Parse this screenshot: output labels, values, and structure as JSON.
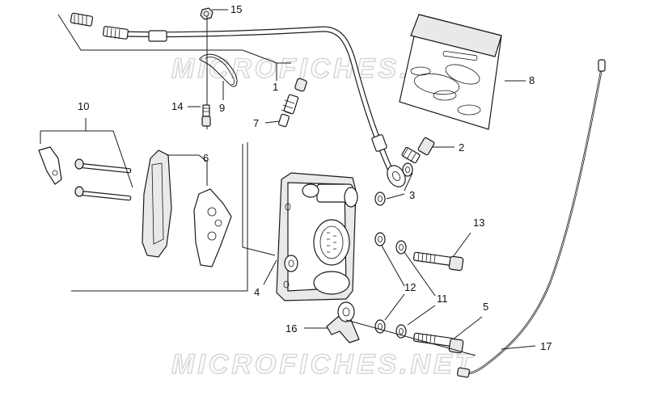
{
  "diagram": {
    "watermark": "MICROFICHES.NET",
    "callouts": [
      "1",
      "2",
      "3",
      "4",
      "5",
      "6",
      "7",
      "8",
      "9",
      "10",
      "11",
      "12",
      "13",
      "14",
      "15",
      "16",
      "17"
    ]
  }
}
